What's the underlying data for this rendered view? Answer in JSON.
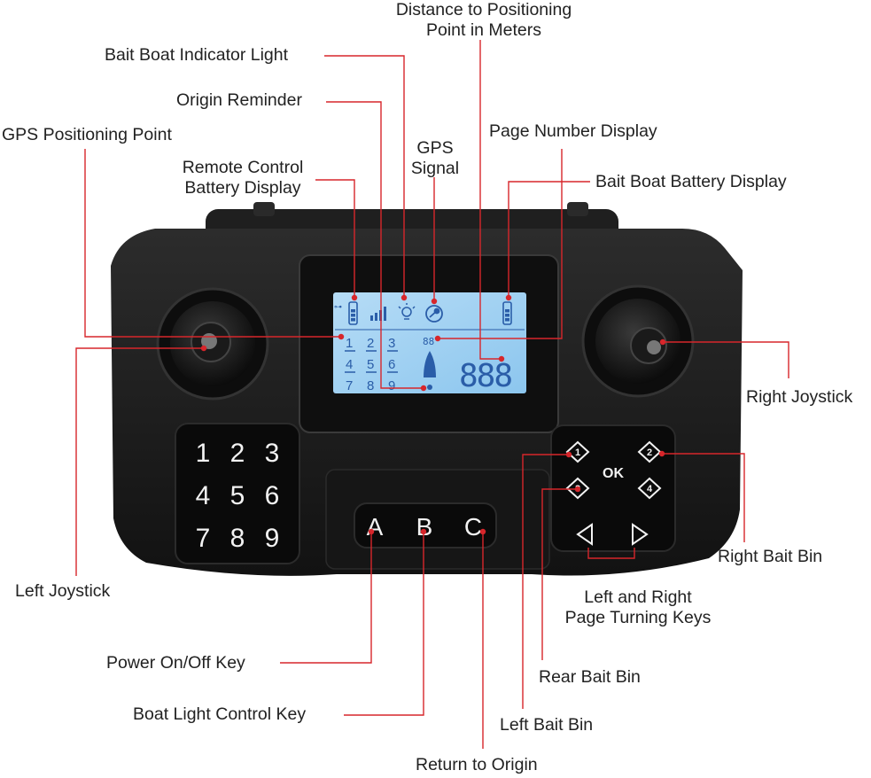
{
  "labels": {
    "distance": "Distance to Positioning\nPoint in Meters",
    "indicator_light": "Bait Boat Indicator Light",
    "origin_reminder": "Origin Reminder",
    "gps_point": "GPS Positioning Point",
    "gps_signal": "GPS\nSignal",
    "page_number": "Page Number Display",
    "rc_battery": "Remote Control\nBattery Display",
    "boat_battery": "Bait Boat Battery Display",
    "right_joystick": "Right Joystick",
    "left_joystick": "Left Joystick",
    "right_bait_bin": "Right Bait Bin",
    "page_turning": "Left and Right\nPage Turning Keys",
    "rear_bait_bin": "Rear Bait Bin",
    "power_key": "Power On/Off Key",
    "light_key": "Boat Light Control Key",
    "left_bait_bin": "Left Bait Bin",
    "return_origin": "Return to Origin"
  },
  "keypad": [
    "1",
    "2",
    "3",
    "4",
    "5",
    "6",
    "7",
    "8",
    "9"
  ],
  "function_keys": [
    "A",
    "B",
    "C"
  ],
  "ok_label": "OK",
  "bin_keys": [
    "1",
    "2",
    "3",
    "4"
  ],
  "lcd": {
    "pages": [
      "1",
      "2",
      "3",
      "4",
      "5",
      "6",
      "7",
      "8",
      "9"
    ],
    "page_digits": "88",
    "distance_digits": "888"
  },
  "colors": {
    "leader": "#d7262b",
    "body": "#1b1b1b",
    "lcd": "#9fd0f2",
    "lcd_ink": "#2a5da8"
  }
}
